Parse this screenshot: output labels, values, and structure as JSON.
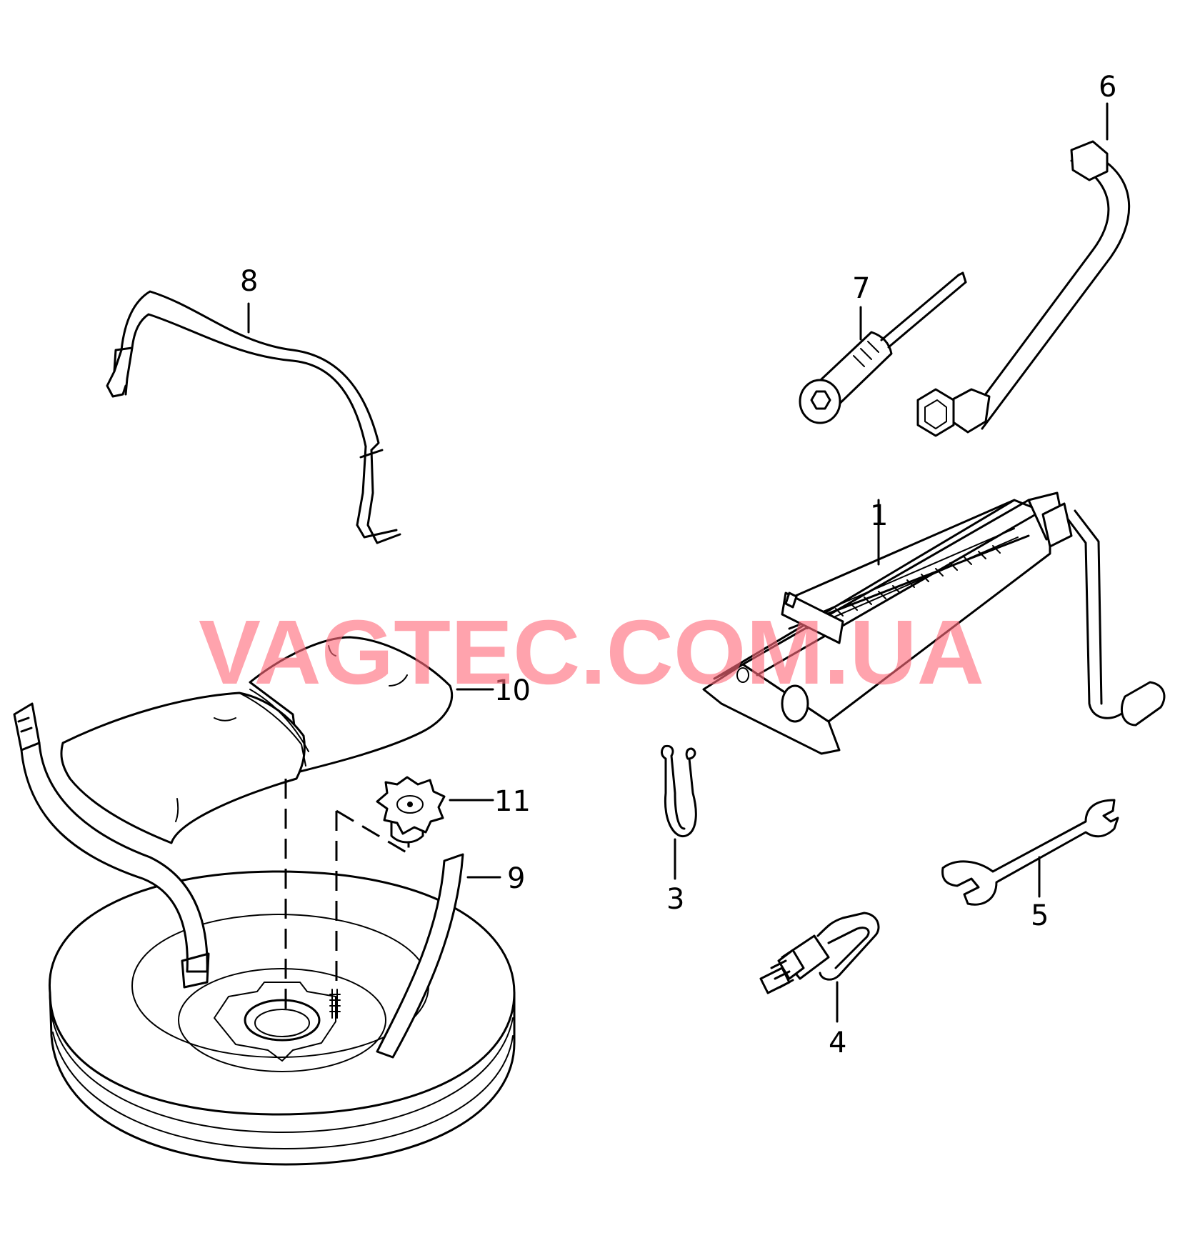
{
  "diagram": {
    "watermark": "VAGTEC.COM.UA",
    "callouts": [
      {
        "id": "1",
        "label": "1",
        "part": "jack"
      },
      {
        "id": "3",
        "label": "3",
        "part": "spring-clip"
      },
      {
        "id": "4",
        "label": "4",
        "part": "towing-eye"
      },
      {
        "id": "5",
        "label": "5",
        "part": "open-end-wrench"
      },
      {
        "id": "6",
        "label": "6",
        "part": "wheel-brace"
      },
      {
        "id": "7",
        "label": "7",
        "part": "screwdriver"
      },
      {
        "id": "8",
        "label": "8",
        "part": "retaining-strap-bracket"
      },
      {
        "id": "9",
        "label": "9",
        "part": "strap"
      },
      {
        "id": "10",
        "label": "10",
        "part": "tool-bag"
      },
      {
        "id": "11",
        "label": "11",
        "part": "wing-nut"
      }
    ],
    "colors": {
      "line": "#000000",
      "watermark": "#ff6b7a",
      "background": "#ffffff"
    }
  }
}
